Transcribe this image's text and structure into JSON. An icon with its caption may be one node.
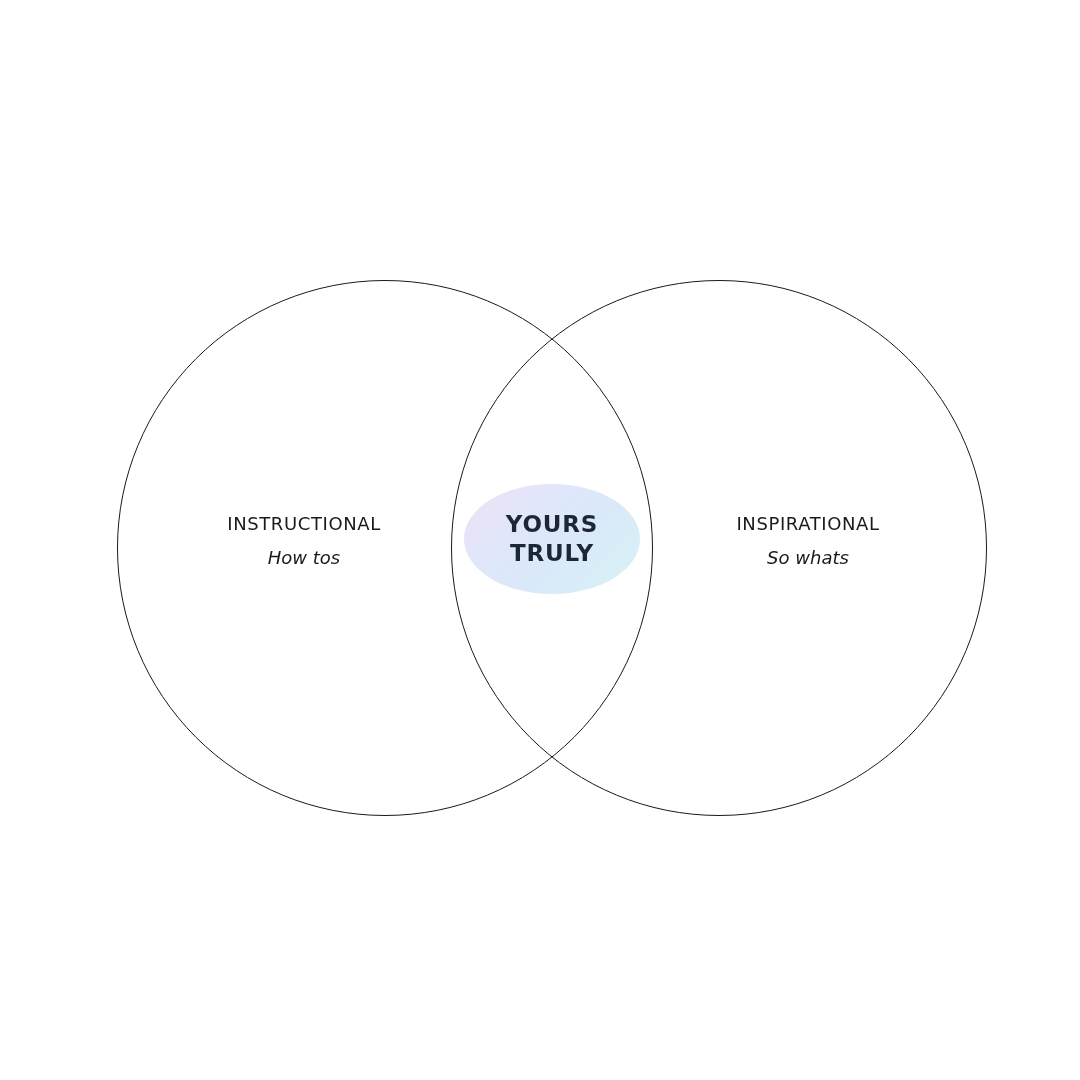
{
  "diagram": {
    "nodes": [
      {
        "text": [
          "INSTRUCTIONAL",
          "How tos"
        ]
      },
      {
        "text": [
          "YOURS TRULY"
        ]
      },
      {
        "text": [
          "INSPIRATIONAL",
          "So whats"
        ]
      }
    ]
  }
}
